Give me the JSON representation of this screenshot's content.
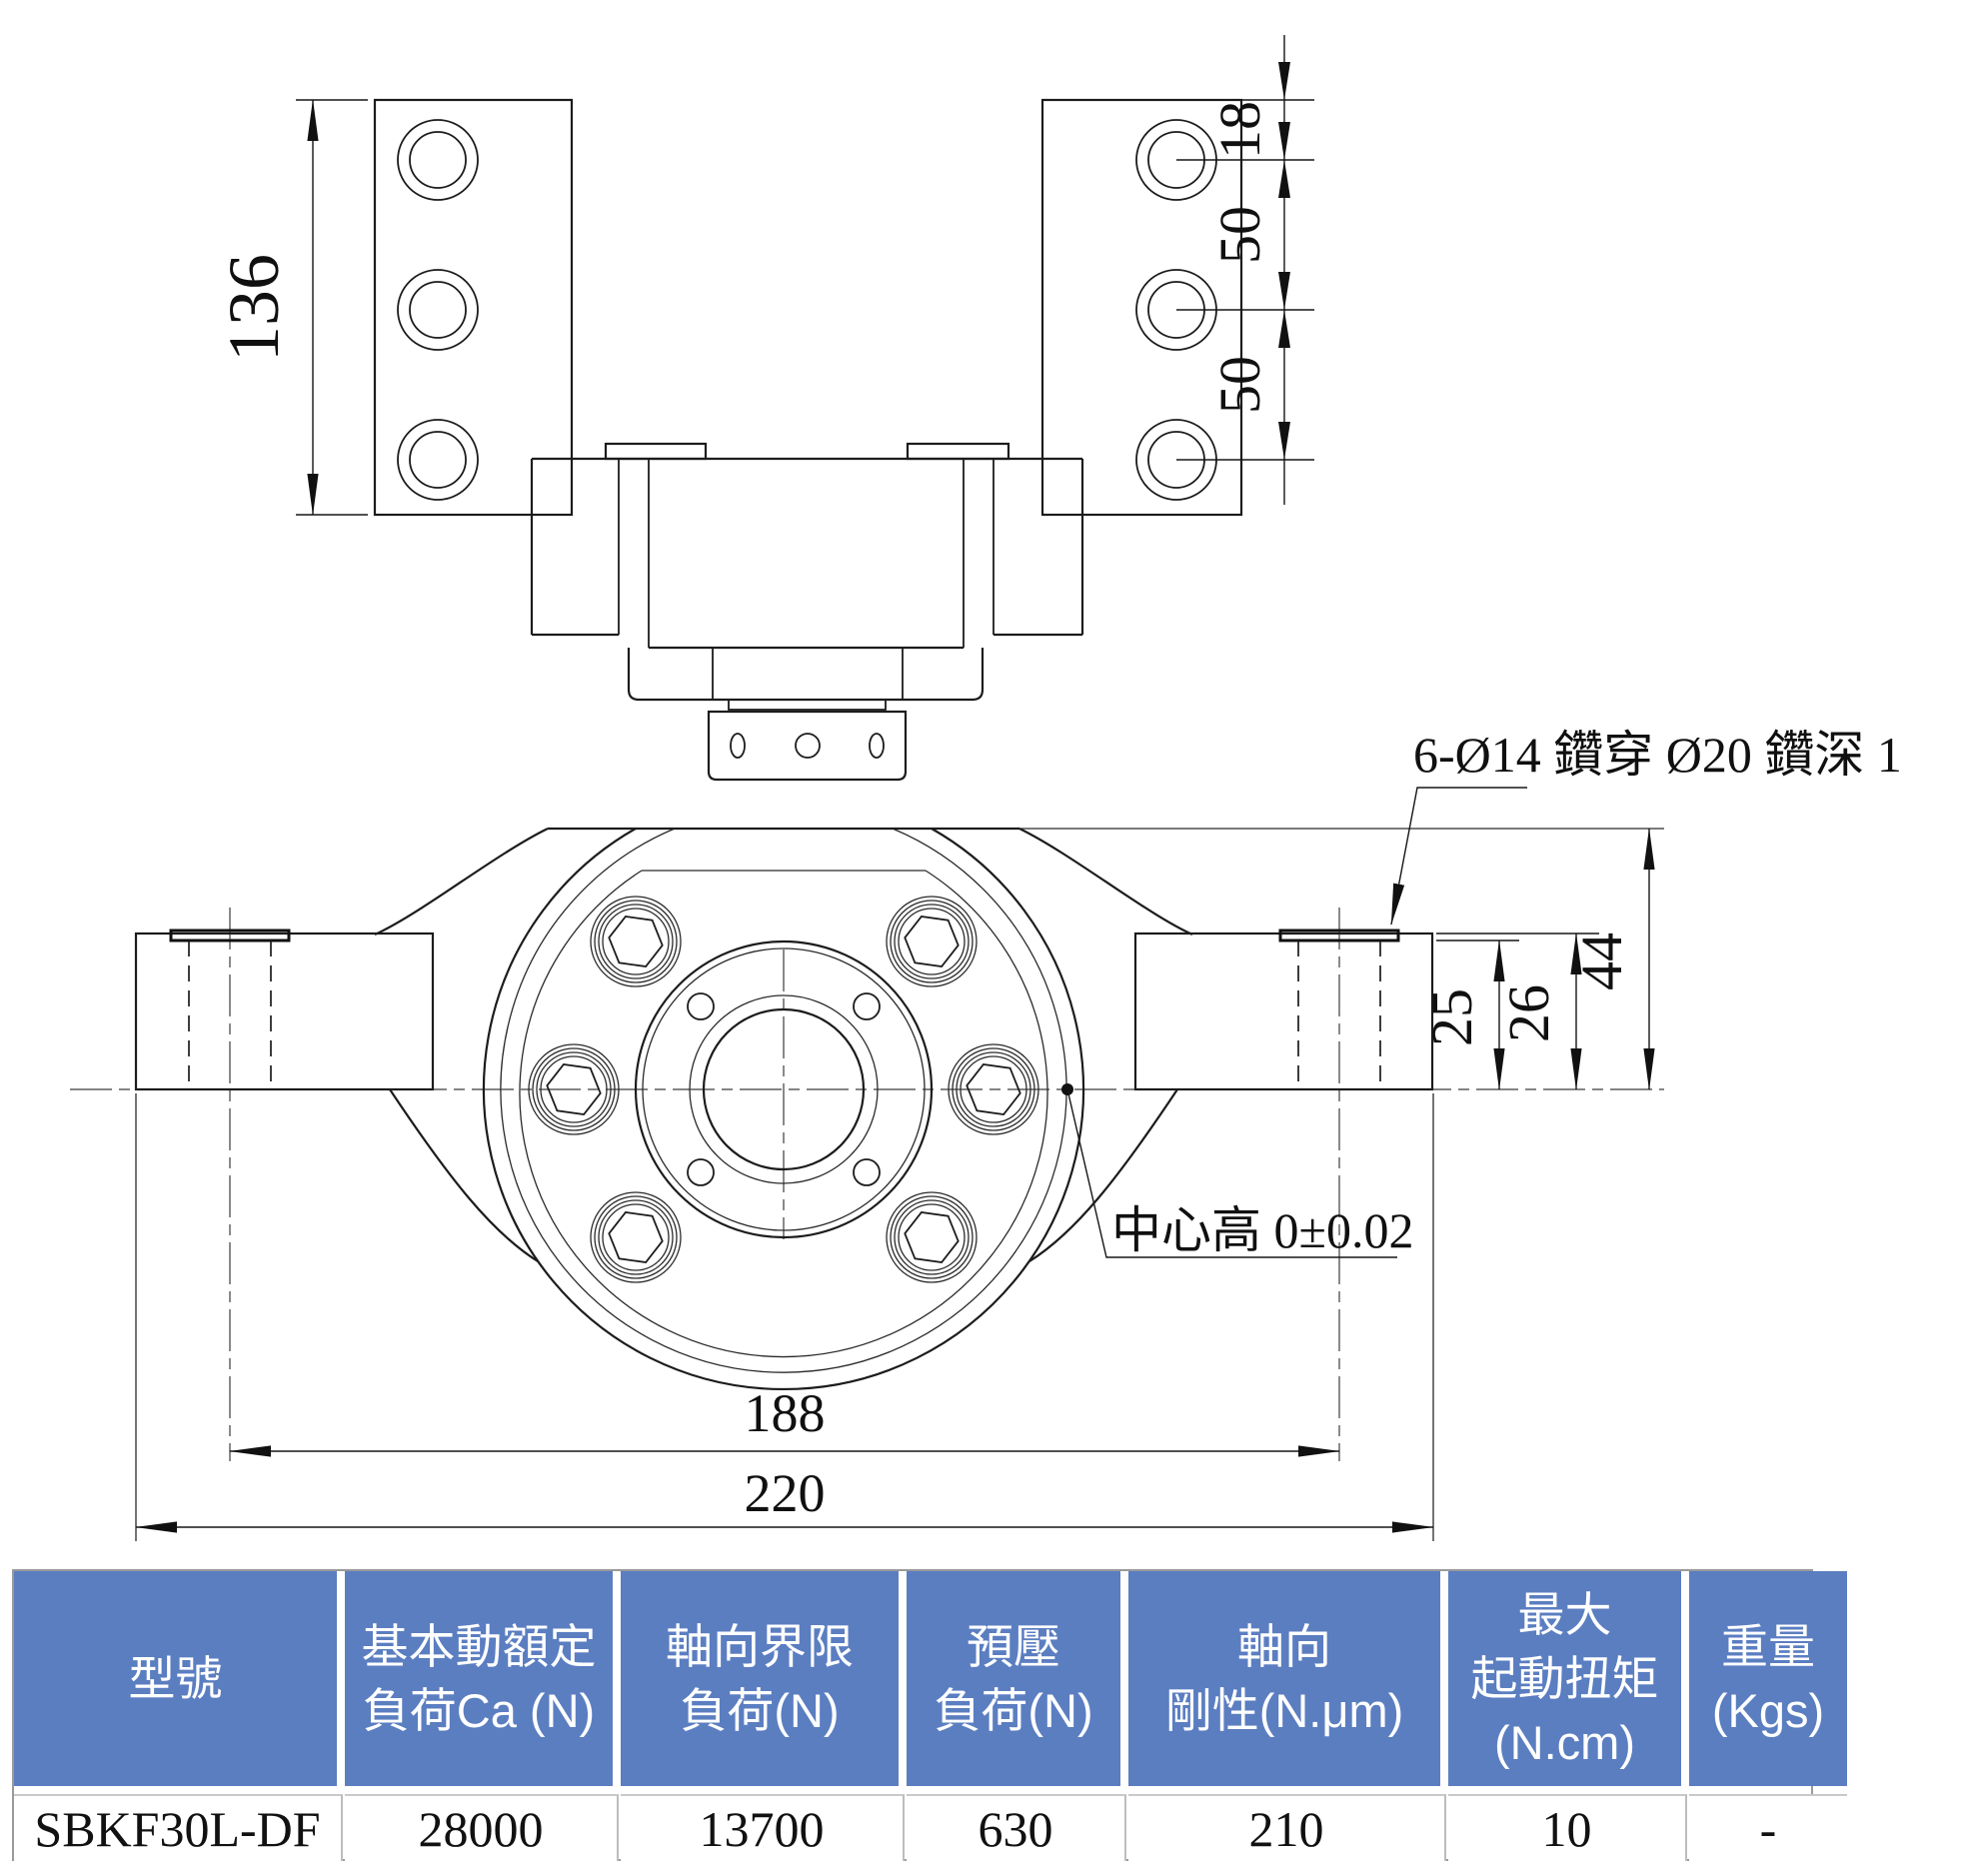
{
  "drawing": {
    "top_view": {
      "dim_plate_height": "136",
      "dim_hole_top_offset": "18",
      "dim_hole_pitch_1": "50",
      "dim_hole_pitch_2": "50"
    },
    "front_view": {
      "dim_mount_hole_pitch": "188",
      "dim_overall_width": "220",
      "dim_center_to_top": "44",
      "dim_center_to_wing_top": "26",
      "dim_center_to_spotface": "25",
      "note_mount_holes": "6-Ø14 鑽穿 Ø20 鑽深 1",
      "note_center_height": "中心高 0±0.02"
    },
    "line_color": "#1c1c1c"
  },
  "table": {
    "accent_color": "#5b7ec1",
    "headers": [
      {
        "l1": "型號"
      },
      {
        "l1": "基本動額定",
        "l2": "負荷Ca (N)"
      },
      {
        "l1": "軸向界限",
        "l2": "負荷(N)"
      },
      {
        "l1": "預壓",
        "l2": "負荷(N)"
      },
      {
        "l1": "軸向",
        "l2": "剛性(N.μm)"
      },
      {
        "l1": "最大",
        "l2": "起動扭矩",
        "l3": "(N.cm)"
      },
      {
        "l1": "重量",
        "l2": "(Kgs)"
      }
    ],
    "row": [
      "SBKF30L-DF",
      "28000",
      "13700",
      "630",
      "210",
      "10",
      "-"
    ]
  }
}
